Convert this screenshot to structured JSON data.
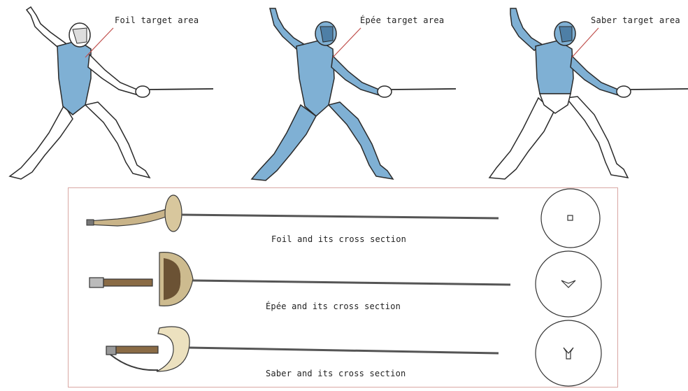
{
  "target_labels": {
    "foil": "Foil target area",
    "epee": "Épée target area",
    "saber": "Saber target area"
  },
  "weapons": [
    {
      "id": "foil",
      "caption": "Foil and its cross section",
      "cross_section": "square"
    },
    {
      "id": "epee",
      "caption": "Épée and its cross section",
      "cross_section": "triangle"
    },
    {
      "id": "saber",
      "caption": "Saber and its cross section",
      "cross_section": "y-shape"
    }
  ],
  "colors": {
    "target_blue": "#7fb0d4",
    "outline": "#2a2a2a",
    "leader_line": "#c0504d",
    "box_border": "#d9a7a3",
    "blade": "#555555",
    "guard_tan": "#c9b489"
  }
}
